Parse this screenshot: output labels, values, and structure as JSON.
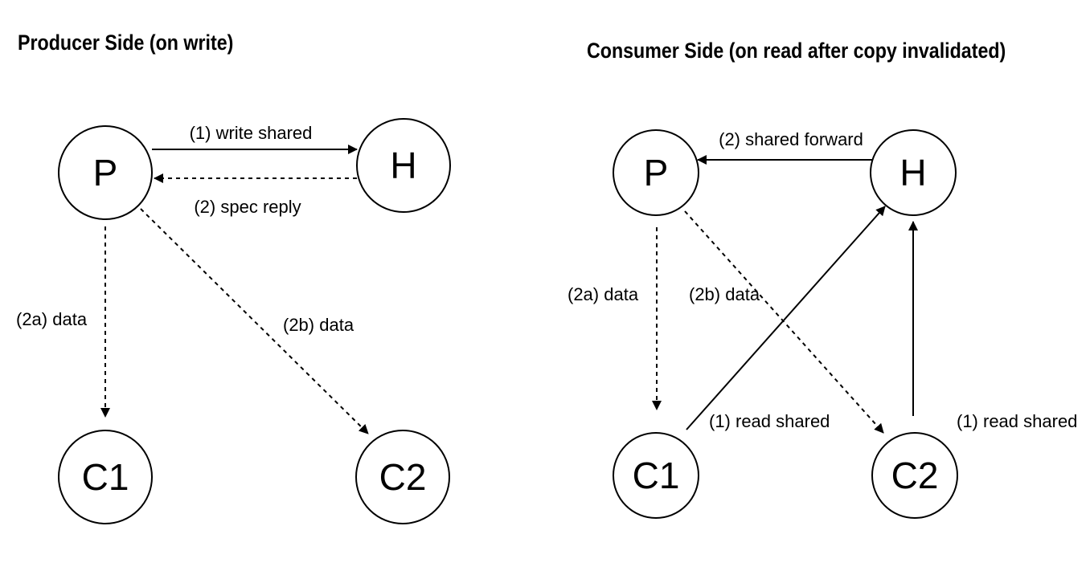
{
  "producer": {
    "title": "Producer Side (on write)",
    "nodes": {
      "p": "P",
      "h": "H",
      "c1": "C1",
      "c2": "C2"
    },
    "edges": {
      "write_shared": "(1) write shared",
      "spec_reply": "(2) spec reply",
      "data_2a": "(2a) data",
      "data_2b": "(2b) data"
    }
  },
  "consumer": {
    "title": "Consumer Side (on read after copy invalidated)",
    "nodes": {
      "p": "P",
      "h": "H",
      "c1": "C1",
      "c2": "C2"
    },
    "edges": {
      "shared_forward": "(2) shared forward",
      "data_2a": "(2a) data",
      "data_2b": "(2b) data",
      "read_shared_c1": "(1) read shared",
      "read_shared_c2": "(1) read shared"
    }
  }
}
